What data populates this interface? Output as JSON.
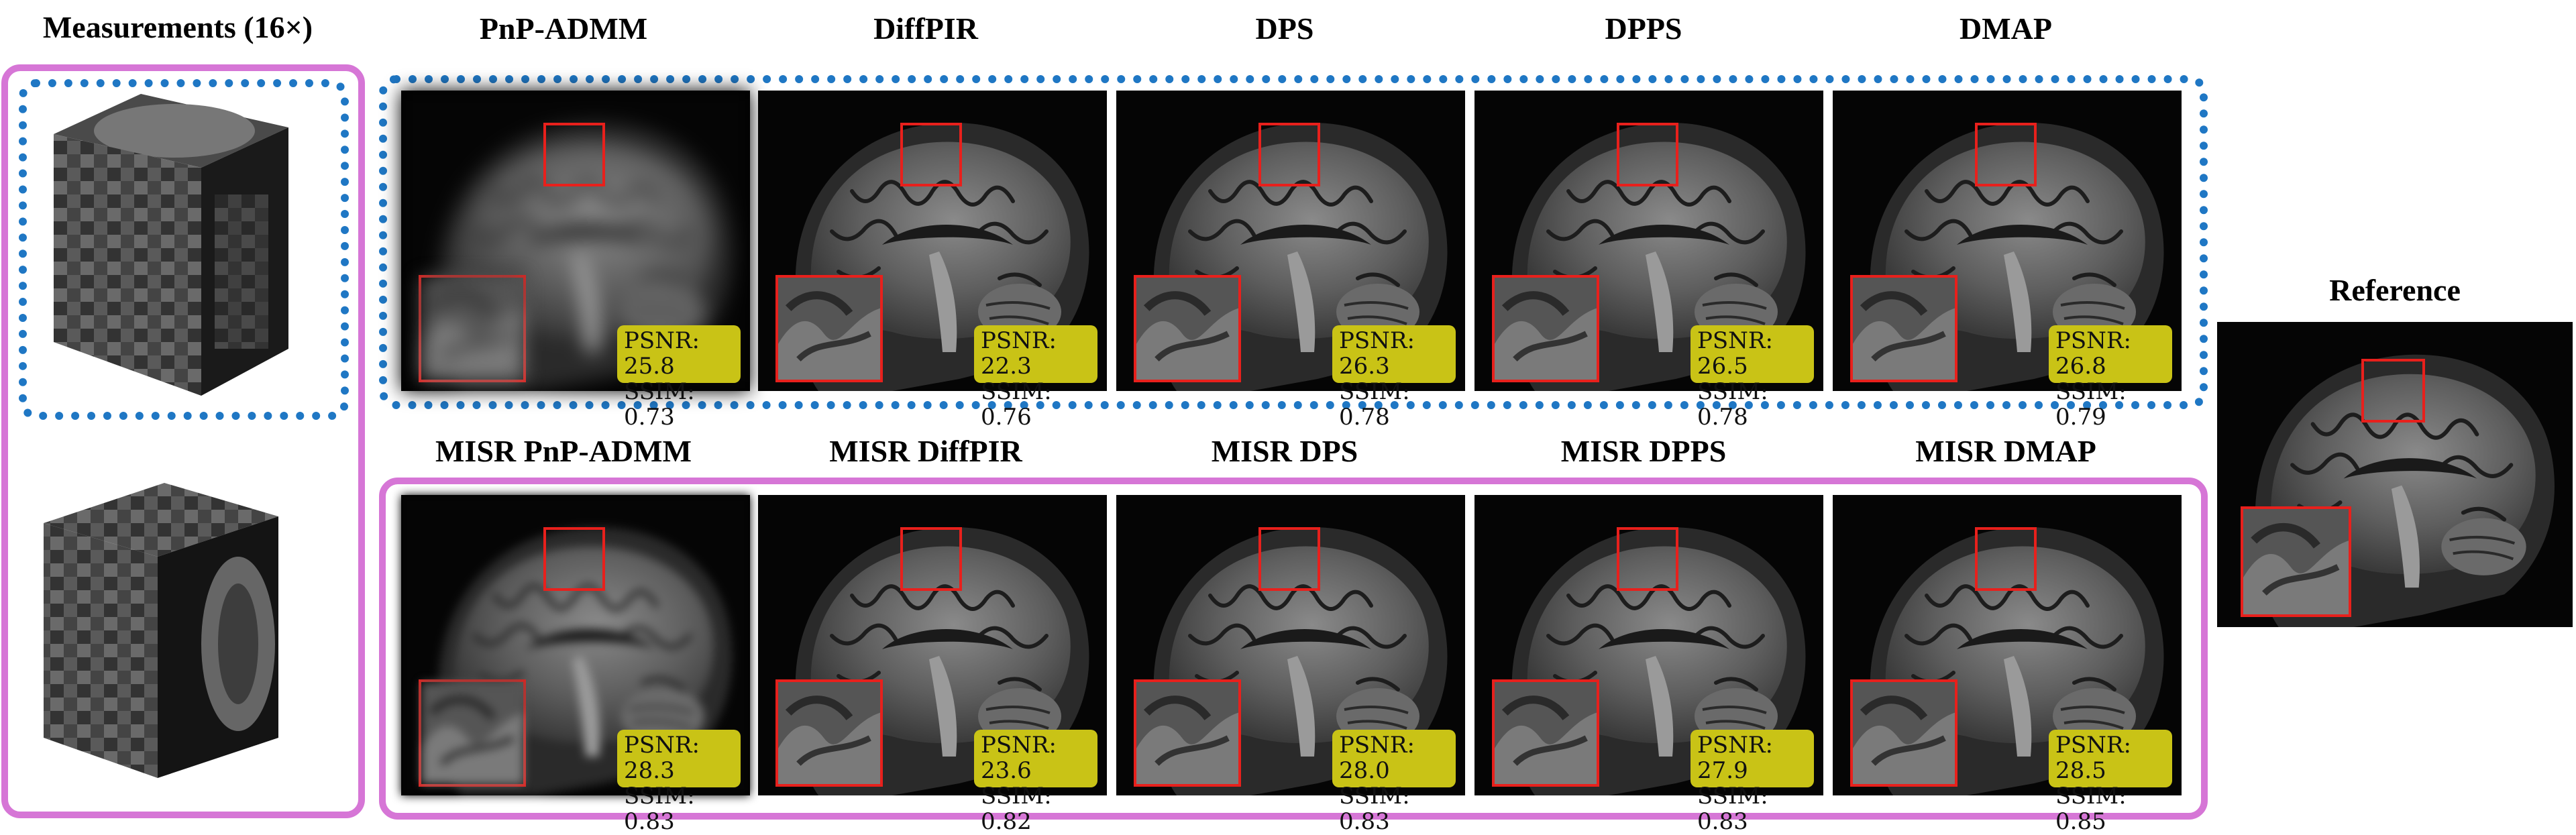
{
  "measurements_title": "Measurements (16×)",
  "reference_title": "Reference",
  "metric_labels": {
    "psnr": "PSNR:",
    "ssim": "SSIM:"
  },
  "colors": {
    "standard_frame": "#1f77c4",
    "misr_frame": "#d676d6",
    "zoom_box": "#e8201c",
    "metric_badge": "#c9c316"
  },
  "rows": [
    {
      "group": "standard",
      "panels": [
        {
          "method": "PnP-ADMM",
          "psnr": "25.8",
          "ssim": "0.73"
        },
        {
          "method": "DiffPIR",
          "psnr": "22.3",
          "ssim": "0.76"
        },
        {
          "method": "DPS",
          "psnr": "26.3",
          "ssim": "0.78"
        },
        {
          "method": "DPPS",
          "psnr": "26.5",
          "ssim": "0.78"
        },
        {
          "method": "DMAP",
          "psnr": "26.8",
          "ssim": "0.79"
        }
      ]
    },
    {
      "group": "misr",
      "panels": [
        {
          "method": "MISR PnP-ADMM",
          "psnr": "28.3",
          "ssim": "0.83"
        },
        {
          "method": "MISR DiffPIR",
          "psnr": "23.6",
          "ssim": "0.82"
        },
        {
          "method": "MISR DPS",
          "psnr": "28.0",
          "ssim": "0.83"
        },
        {
          "method": "MISR DPPS",
          "psnr": "27.9",
          "ssim": "0.83"
        },
        {
          "method": "MISR DMAP",
          "psnr": "28.5",
          "ssim": "0.85"
        }
      ]
    }
  ]
}
